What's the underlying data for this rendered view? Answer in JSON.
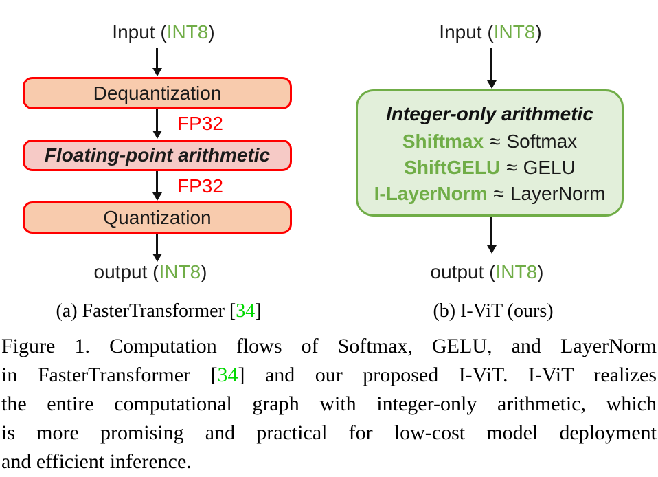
{
  "figure": {
    "panel_a": {
      "input_prefix": "Input (",
      "input_type": "INT8",
      "input_suffix": ")",
      "box1": "Dequantization",
      "edge1": "FP32",
      "box2": "Floating-point arithmetic",
      "edge2": "FP32",
      "box3": "Quantization",
      "output_prefix": "output (",
      "output_type": "INT8",
      "output_suffix": ")",
      "caption_prefix": "(a) FasterTransformer [",
      "caption_cite": "34",
      "caption_suffix": "]"
    },
    "panel_b": {
      "input_prefix": "Input (",
      "input_type": "INT8",
      "input_suffix": ")",
      "box_title": "Integer-only arithmetic",
      "rows": [
        {
          "ours": "Shiftmax",
          "sym": "≈",
          "base": "Softmax"
        },
        {
          "ours": "ShiftGELU",
          "sym": "≈",
          "base": "GELU"
        },
        {
          "ours": "I-LayerNorm",
          "sym": "≈",
          "base": "LayerNorm"
        }
      ],
      "output_prefix": "output (",
      "output_type": "INT8",
      "output_suffix": ")",
      "caption": "(b) I-ViT (ours)"
    },
    "caption": {
      "line1": "Figure 1. Computation flows of Softmax, GELU, and LayerNorm",
      "line2_pre": "in FasterTransformer [",
      "line2_cite": "34",
      "line2_post": "] and our proposed I-ViT. I-ViT realizes",
      "line3": "the entire computational graph with integer-only arithmetic, which",
      "line4": "is more promising and practical for low-cost model deployment",
      "line5": "and efficient inference."
    },
    "colors": {
      "accent_green": "#70AD47",
      "green_fill": "#E2EFDA",
      "border_red": "#FF0000",
      "peach_fill": "#F8CBAD",
      "pink_fill": "#F6CAC6",
      "citation_green": "#00D800"
    }
  }
}
